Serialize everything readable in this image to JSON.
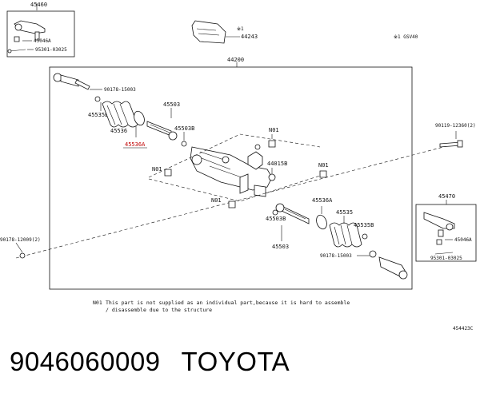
{
  "labels": {
    "l45460": "45460",
    "l45046a_top": "45046A",
    "l95301_top": "95301-03025",
    "l44243_mark": "※1",
    "l44243": "44243",
    "l_note_mark": "※1 GSV40",
    "l44200": "44200",
    "l90178_top": "90178-15003",
    "l45535b_top": "45535B",
    "l45503_top": "45503",
    "l45536": "45536",
    "l45536a_red": "45536A",
    "l45503b_top": "45503B",
    "l_n01_a": "N01",
    "l90119": "90119-12360(2)",
    "l44015b": "44015B",
    "l_n01_b": "N01",
    "l_n01_c": "N01",
    "l_n01_d": "N01",
    "l45536a": "45536A",
    "l45535": "45535",
    "l45470": "45470",
    "l45503b_bot": "45503B",
    "l45535b_bot": "45535B",
    "l90178_left": "90178-12009(2)",
    "l45503_bot": "45503",
    "l90178_bot": "90178-15003",
    "l45046a_bot": "45046A",
    "l95301_bot": "95301-03025",
    "note_code": "N01",
    "note_line1": "This part is not supplied as an individual part,because it is hard to assemble",
    "note_line2": "/ disassemble due to the structure",
    "ref_code": "454423C"
  },
  "caption": {
    "part_number": "9046060009",
    "brand": "TOYOTA"
  }
}
